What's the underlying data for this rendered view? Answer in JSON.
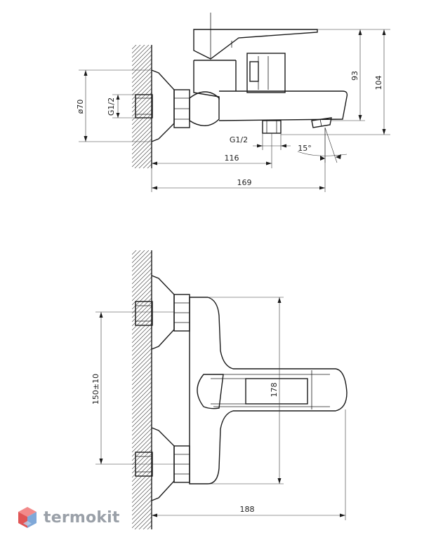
{
  "side_view": {
    "dim_diameter": "ø70",
    "dim_thread_inlet": "G1/2",
    "dim_thread_outlet": "G1/2",
    "dim_width_116": "116",
    "dim_width_169": "169",
    "dim_height_93": "93",
    "dim_height_104": "104",
    "dim_angle": "15°"
  },
  "top_view": {
    "dim_center_distance": "150±10",
    "dim_length_178": "178",
    "dim_width_188": "188"
  },
  "brand": {
    "name": "termokit",
    "colors": {
      "top": "#f28a8a",
      "left": "#e05555",
      "right": "#7fa8d8",
      "bottom": "#b7cde8"
    }
  }
}
